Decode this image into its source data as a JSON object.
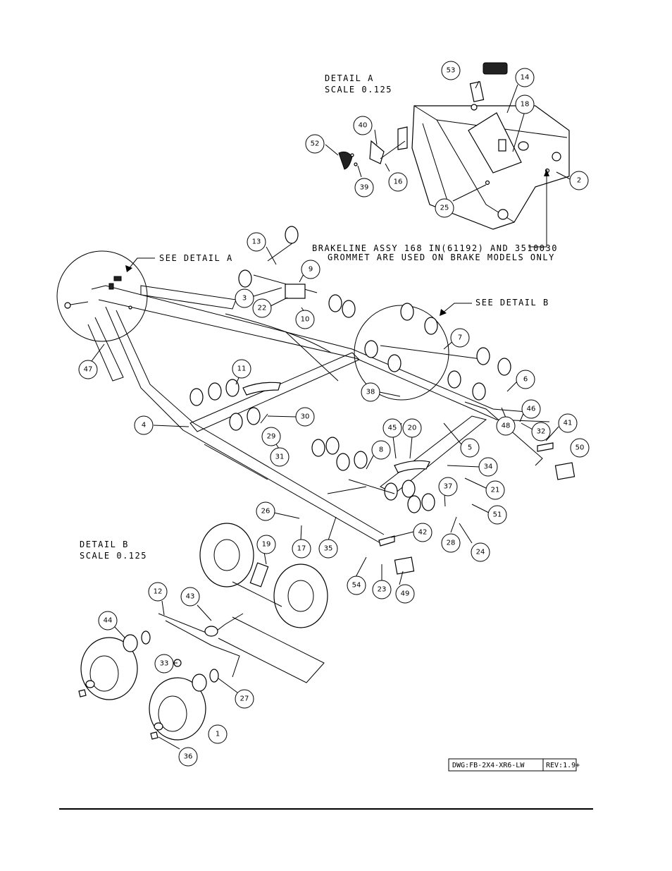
{
  "detail_a": {
    "title": "DETAIL  A",
    "scale": "SCALE  0.125"
  },
  "detail_b": {
    "title": "DETAIL  B",
    "scale": "SCALE  0.125"
  },
  "notes": {
    "see_detail_a": "SEE DETAIL  A",
    "see_detail_b": "SEE DETAIL  B",
    "brakeline_1": "BRAKELINE ASSY 168 IN(61192) AND 3510030",
    "brakeline_2": "GROMMET ARE USED ON BRAKE MODELS ONLY"
  },
  "title_block": {
    "dwg": "DWG:FB-2X4-XR6-LW",
    "rev": "REV:1.9+"
  },
  "callouts": [
    "53",
    "14",
    "18",
    "2",
    "40",
    "52",
    "16",
    "39",
    "25",
    "13",
    "9",
    "3",
    "22",
    "10",
    "47",
    "7",
    "11",
    "6",
    "38",
    "4",
    "30",
    "29",
    "31",
    "46",
    "48",
    "32",
    "41",
    "45",
    "20",
    "8",
    "5",
    "34",
    "50",
    "21",
    "37",
    "51",
    "26",
    "17",
    "35",
    "42",
    "28",
    "24",
    "19",
    "54",
    "23",
    "49",
    "12",
    "43",
    "44",
    "33",
    "27",
    "1",
    "36"
  ]
}
